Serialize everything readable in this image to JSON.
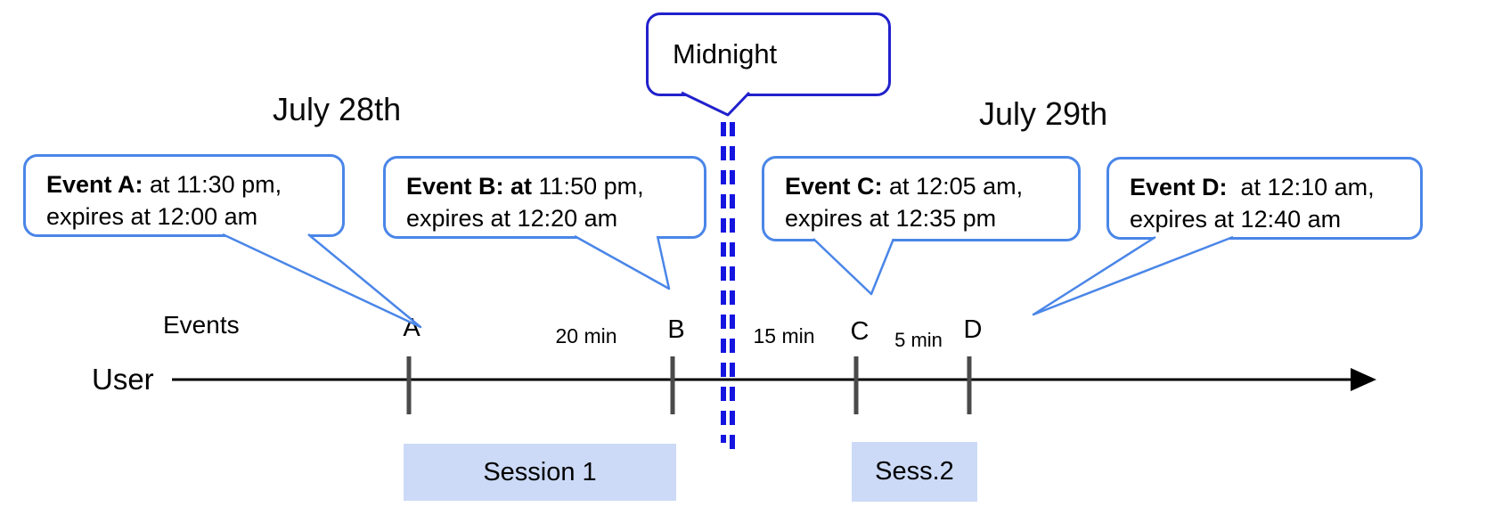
{
  "titles": {
    "left_day": "July 28th",
    "right_day": "July 29th"
  },
  "midnight_callout": {
    "label": "Midnight"
  },
  "axis": {
    "events_label": "Events",
    "user_label": "User"
  },
  "event_callouts": [
    {
      "id": "A",
      "line1_bold": "Event A:",
      "line1_rest": " at 11:30 pm,",
      "line2": "expires at 12:00 am"
    },
    {
      "id": "B",
      "line1_bold": "Event B: at",
      "line1_rest": " 11:50 pm,",
      "line2": "expires at 12:20 am"
    },
    {
      "id": "C",
      "line1_bold": "Event C:",
      "line1_rest": " at 12:05 am,",
      "line2": "expires at 12:35 pm"
    },
    {
      "id": "D",
      "line1_bold": "Event D:",
      "line1_rest": "  at 12:10 am,",
      "line2": "expires at 12:40 am"
    }
  ],
  "timeline": {
    "tick_labels": {
      "a": "A",
      "b": "B",
      "c": "C",
      "d": "D"
    },
    "gap_labels": {
      "ab": "20 min",
      "bc": "15 min",
      "cd": "5 min"
    }
  },
  "sessions": {
    "s1": "Session 1",
    "s2": "Sess.2"
  },
  "colors": {
    "callout_border": "#4a86e8",
    "midnight_border": "#2121cd",
    "midnight_dash": "#1515e0",
    "session_fill": "#ccdaf7",
    "tick": "#4a4a4a",
    "timeline": "#000000"
  }
}
